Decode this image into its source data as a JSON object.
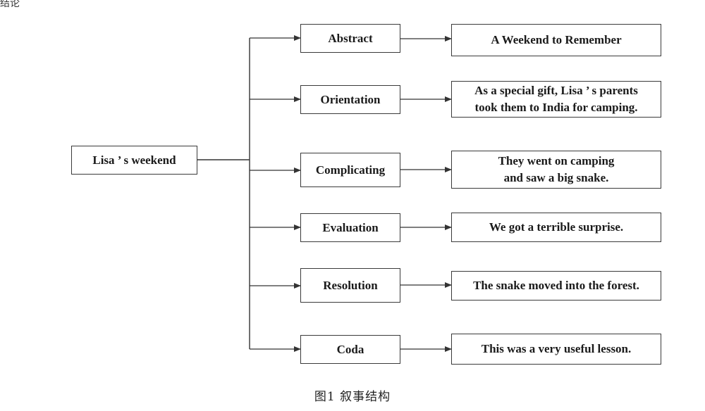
{
  "top_fragment": "结论",
  "root": {
    "label": "Lisa ’ s weekend"
  },
  "stages": [
    {
      "label": "Abstract",
      "detail": "A Weekend to Remember"
    },
    {
      "label": "Orientation",
      "detail": "As a special gift, Lisa ’ s parents\ntook them to India for camping."
    },
    {
      "label": "Complicating",
      "detail": "They went on camping\nand saw a big snake."
    },
    {
      "label": "Evaluation",
      "detail": "We got a terrible surprise."
    },
    {
      "label": "Resolution",
      "detail": "The snake moved into the forest."
    },
    {
      "label": "Coda",
      "detail": "This was a very useful lesson."
    }
  ],
  "caption": "图1  叙事结构"
}
